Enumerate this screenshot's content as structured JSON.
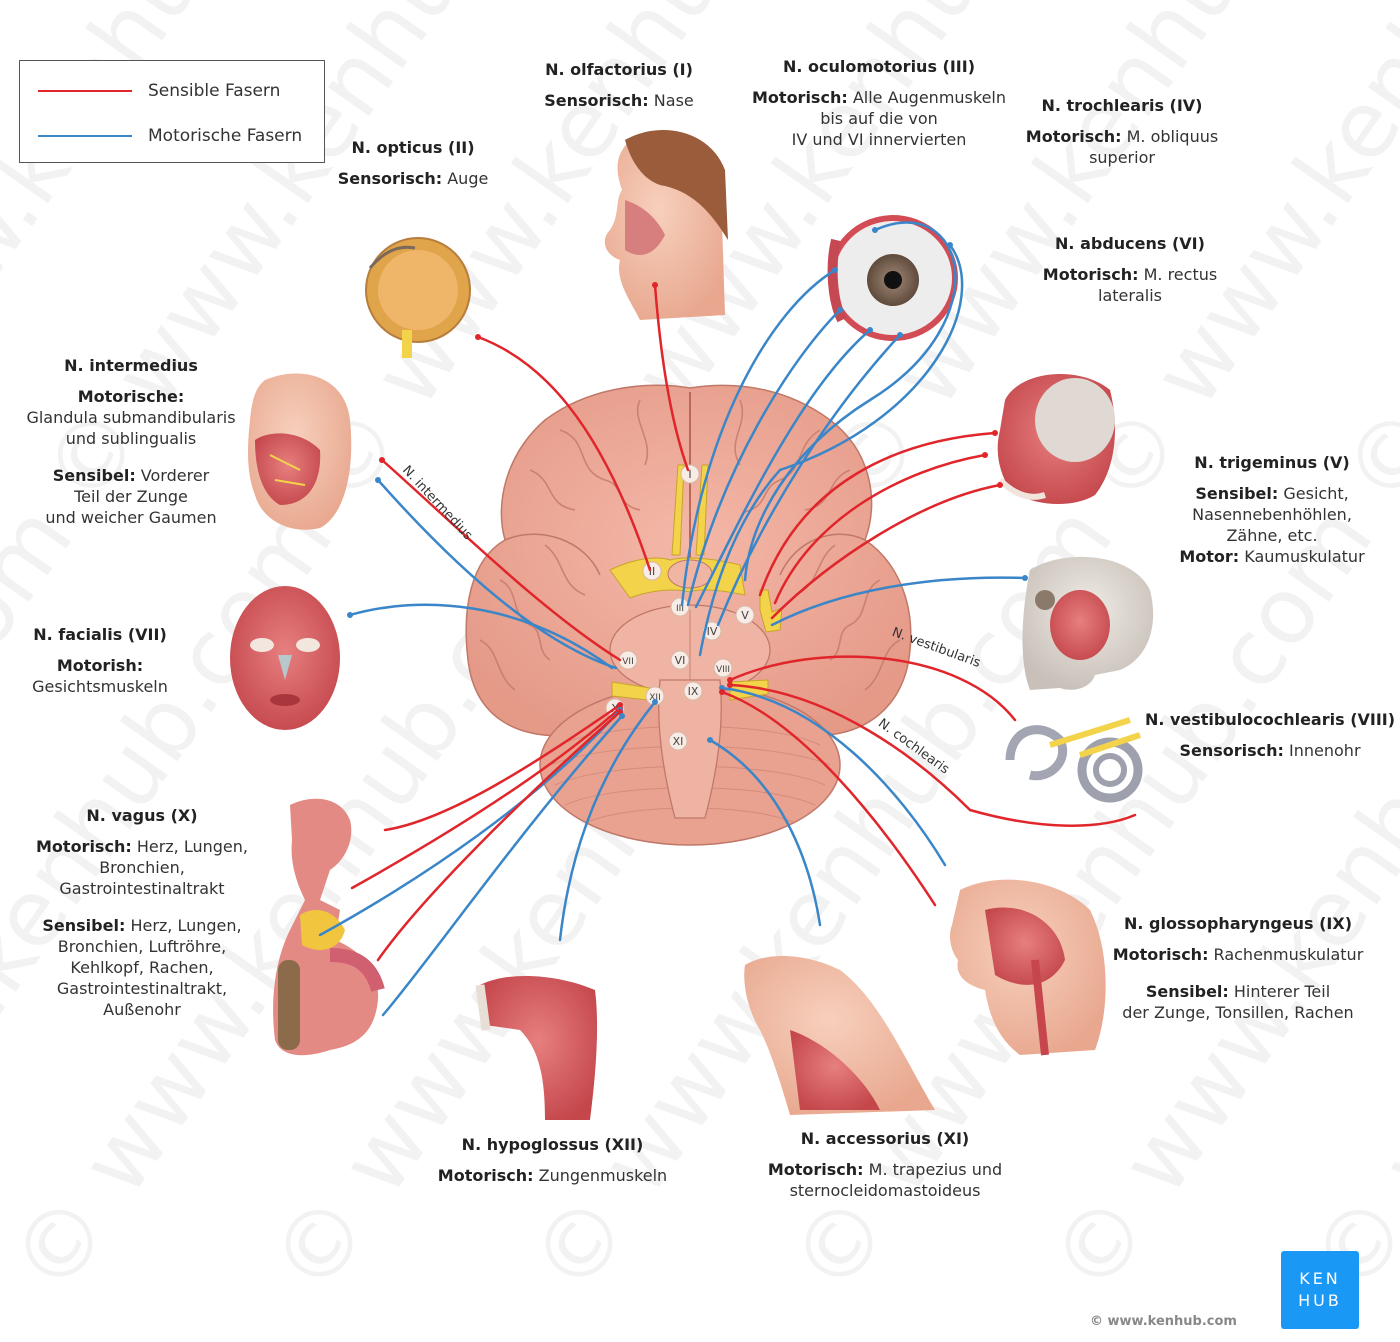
{
  "legend": {
    "items": [
      {
        "label": "Sensible Fasern",
        "color": "#e0252b"
      },
      {
        "label": "Motorische Fasern",
        "color": "#3a86c8"
      }
    ]
  },
  "colors": {
    "sensory": "#e0252b",
    "motor": "#3a86c8",
    "nerve_yellow": "#f2d34a",
    "brain": "#eea898",
    "brain_dark": "#c97868",
    "logo": "#1a98f5"
  },
  "nerves": {
    "olfactorius": {
      "title": "N. olfactorius (I)",
      "paras": [
        [
          {
            "k": "Sensorisch:",
            "v": " Nase"
          }
        ]
      ]
    },
    "oculomotorius": {
      "title": "N. oculomotorius (III)",
      "paras": [
        [
          {
            "k": "Motorisch:",
            "v": " Alle Augenmuskeln"
          },
          {
            "k": "",
            "v": "bis auf die von"
          },
          {
            "k": "",
            "v": "IV und VI innervierten"
          }
        ]
      ]
    },
    "trochlearis": {
      "title": "N. trochlearis (IV)",
      "paras": [
        [
          {
            "k": "Motorisch:",
            "v": " M. obliquus"
          },
          {
            "k": "",
            "v": "superior"
          }
        ]
      ]
    },
    "opticus": {
      "title": "N. opticus (II)",
      "paras": [
        [
          {
            "k": "Sensorisch:",
            "v": " Auge"
          }
        ]
      ]
    },
    "abducens": {
      "title": "N. abducens (VI)",
      "paras": [
        [
          {
            "k": "Motorisch:",
            "v": " M. rectus"
          },
          {
            "k": "",
            "v": "lateralis"
          }
        ]
      ]
    },
    "intermedius": {
      "title": "N. intermedius",
      "paras": [
        [
          {
            "k": "Motorische:",
            "v": ""
          },
          {
            "k": "",
            "v": "Glandula submandibularis"
          },
          {
            "k": "",
            "v": "und sublingualis"
          }
        ],
        [
          {
            "k": "Sensibel:",
            "v": " Vorderer"
          },
          {
            "k": "",
            "v": "Teil der Zunge"
          },
          {
            "k": "",
            "v": "und weicher Gaumen"
          }
        ]
      ]
    },
    "trigeminus": {
      "title": "N. trigeminus (V)",
      "paras": [
        [
          {
            "k": "Sensibel:",
            "v": " Gesicht,"
          },
          {
            "k": "",
            "v": "Nasennebenhöhlen,"
          },
          {
            "k": "",
            "v": "Zähne, etc."
          },
          {
            "k": "Motor:",
            "v": " Kaumuskulatur"
          }
        ]
      ]
    },
    "facialis": {
      "title": "N. facialis (VII)",
      "paras": [
        [
          {
            "k": "Motorish:",
            "v": ""
          },
          {
            "k": "",
            "v": "Gesichtsmuskeln"
          }
        ]
      ]
    },
    "vestibulocochlearis": {
      "title": "N. vestibulocochlearis (VIII)",
      "paras": [
        [
          {
            "k": "Sensorisch:",
            "v": " Innenohr"
          }
        ]
      ]
    },
    "vagus": {
      "title": "N. vagus (X)",
      "paras": [
        [
          {
            "k": "Motorisch:",
            "v": " Herz, Lungen,"
          },
          {
            "k": "",
            "v": "Bronchien,"
          },
          {
            "k": "",
            "v": "Gastrointestinaltrakt"
          }
        ],
        [
          {
            "k": "Sensibel:",
            "v": " Herz, Lungen,"
          },
          {
            "k": "",
            "v": "Bronchien, Luftröhre,"
          },
          {
            "k": "",
            "v": "Kehlkopf, Rachen,"
          },
          {
            "k": "",
            "v": "Gastrointestinaltrakt,"
          },
          {
            "k": "",
            "v": "Außenohr"
          }
        ]
      ]
    },
    "glossopharyngeus": {
      "title": "N. glossopharyngeus (IX)",
      "paras": [
        [
          {
            "k": "Motorisch:",
            "v": " Rachenmuskulatur"
          }
        ],
        [
          {
            "k": "Sensibel:",
            "v": " Hinterer Teil"
          },
          {
            "k": "",
            "v": "der Zunge, Tonsillen, Rachen"
          }
        ]
      ]
    },
    "hypoglossus": {
      "title": "N. hypoglossus (XII)",
      "paras": [
        [
          {
            "k": "Motorisch:",
            "v": " Zungenmuskeln"
          }
        ]
      ]
    },
    "accessorius": {
      "title": "N. accessorius (XI)",
      "paras": [
        [
          {
            "k": "Motorisch:",
            "v": " M. trapezius und"
          },
          {
            "k": "",
            "v": "sternocleidomastoideus"
          }
        ]
      ]
    }
  },
  "branch_tags": {
    "intermedius": "N. intermedius",
    "vestibularis": "N. vestibularis",
    "cochlearis": "N. cochlearis"
  },
  "roman_markers": [
    "I",
    "II",
    "III",
    "IV",
    "V",
    "VI",
    "VII",
    "VIII",
    "IX",
    "X",
    "XI",
    "XII"
  ],
  "illustrations": [
    "eye-cross-section",
    "head-nasal-cavity",
    "eyeball-with-muscles",
    "face-deep-dissection",
    "head-mastication-muscles",
    "skull-masseter",
    "face-muscles-frontal",
    "inner-ear",
    "vagus-organs",
    "tongue-muscles",
    "neck-muscles",
    "pharynx-sagittal"
  ],
  "brand": {
    "logo_line1": "KEN",
    "logo_line2": "HUB",
    "copyright": "© www.kenhub.com",
    "watermark": "© www.kenhub.com"
  }
}
